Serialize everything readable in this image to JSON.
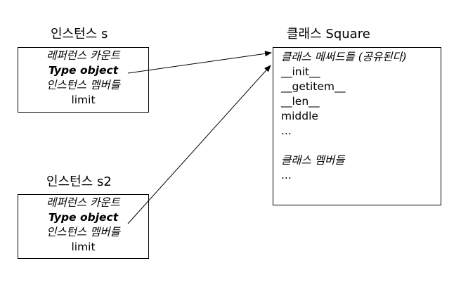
{
  "instance_s": {
    "title": "인스턴스 s",
    "rows": [
      "레퍼런스 카운트",
      "Type object",
      "인스턴스 멤버들",
      "limit"
    ]
  },
  "instance_s2": {
    "title": "인스턴스 s2",
    "rows": [
      "레퍼런스 카운트",
      "Type object",
      "인스턴스 멤버들",
      "limit"
    ]
  },
  "class_square": {
    "title": "클래스 Square",
    "methods_header": "클래스 메써드들 (공유된다)",
    "methods": [
      "__init__",
      "__getitem__",
      "__len__",
      "middle",
      "..."
    ],
    "members_header": "클래스 멤버들",
    "members": [
      "..."
    ]
  }
}
